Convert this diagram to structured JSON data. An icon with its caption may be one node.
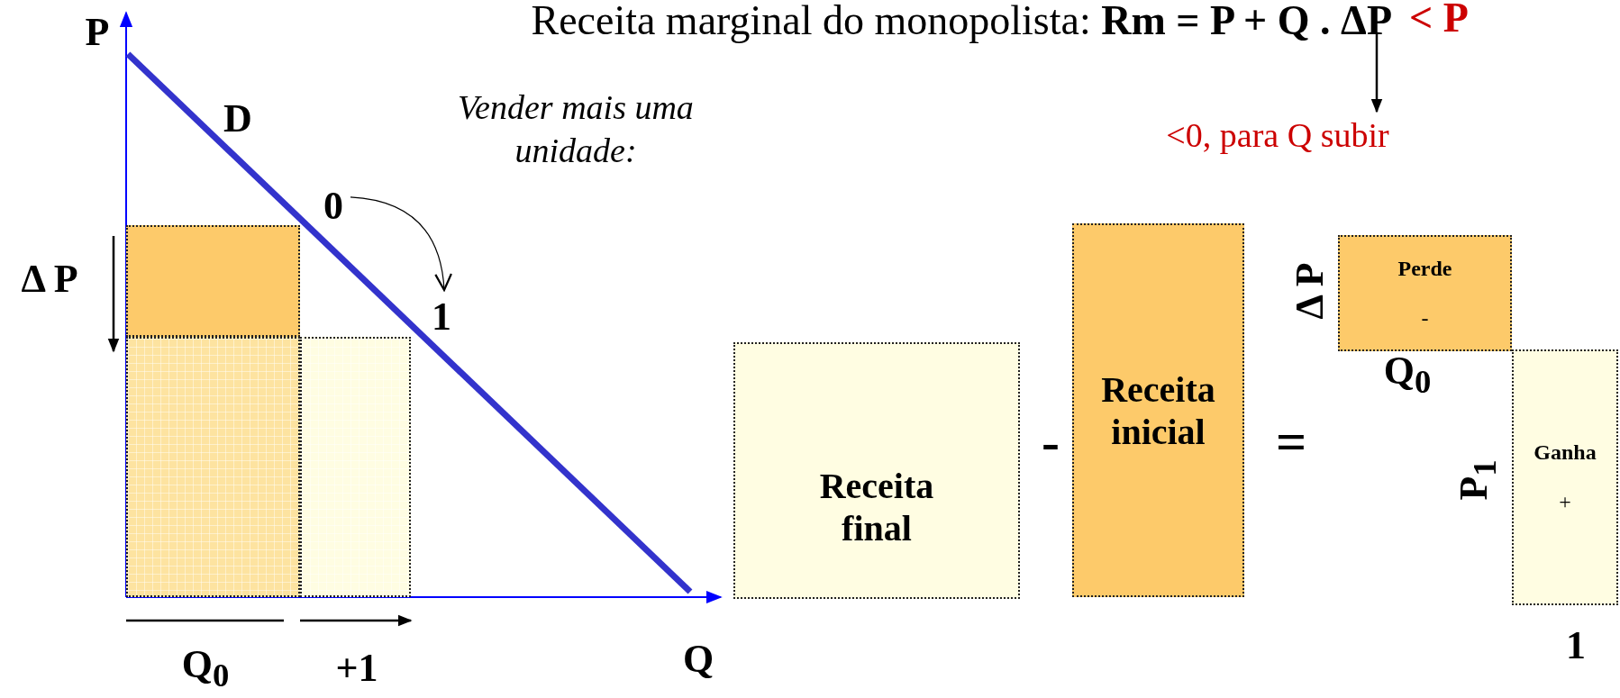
{
  "diagram": {
    "title": "Receita marginal do monopolista: **Rm = P + Q . ΔP**",
    "nodes": [
      {
        "text": [
          "<0, para Q subir"
        ]
      },
      {
        "text": [
          "0"
        ]
      },
      {
        "text": [
          "1"
        ]
      },
      {
        "text": [],
        "shape": "box"
      },
      {
        "text": [],
        "shape": "box"
      },
      {
        "text": [],
        "shape": "box"
      },
      {
        "text": [
          "Receita final"
        ]
      },
      {
        "text": [
          "Receita inicial"
        ]
      },
      {
        "text": [
          "Perde",
          "-"
        ]
      },
      {
        "text": [
          "Ganha",
          "+"
        ]
      }
    ],
    "edges": [
      {
        "from": null,
        "to": 0,
        "arrow": "to"
      },
      {
        "from": 1,
        "to": 2,
        "arrow": "to"
      }
    ],
    "labels": [
      "< P",
      "P",
      "D",
      "Vender mais uma unidade:",
      "Δ P",
      "Q$_{0}$",
      "+1",
      "Q",
      "-",
      "=",
      "Δ P",
      "Q$_{0}$",
      "P$_{1}$",
      "1"
    ]
  }
}
